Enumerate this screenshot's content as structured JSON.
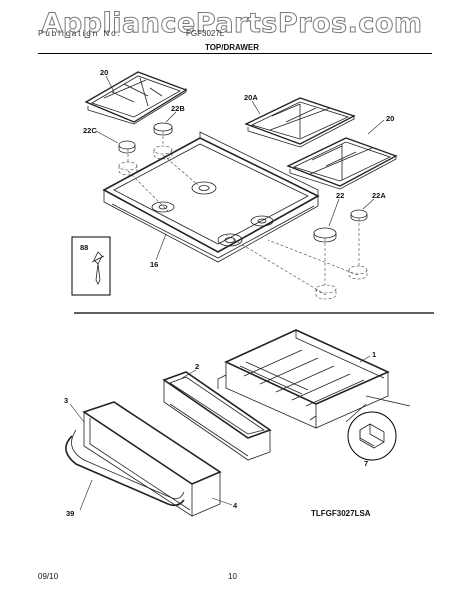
{
  "header": {
    "watermark": "AppliancePartsPros.com",
    "publication_label": "Publication No.",
    "model_number": "FGF3027L",
    "section_title": "TOP/DRAWER"
  },
  "callouts": {
    "grate_left": "20",
    "grate_right_top": "20A",
    "grate_right": "20",
    "cap_22b": "22B",
    "cap_22c": "22C",
    "cap_22": "22",
    "cap_22a": "22A",
    "cooktop": "16",
    "spark_ignitor": "88",
    "drawer_body": "1",
    "drawer_liner": "2",
    "drawer_panel": "3",
    "drawer_front": "4",
    "drawer_handle": "39",
    "drawer_glide": "7"
  },
  "model_code": "TLFGF3027LSA",
  "footer": {
    "date": "09/10",
    "page_number": "10"
  }
}
